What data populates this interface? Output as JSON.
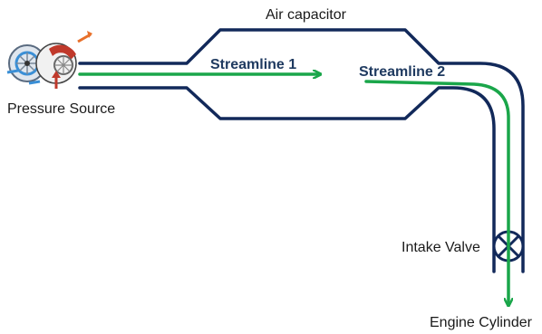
{
  "labels": {
    "air_capacitor": "Air capacitor",
    "pressure_source": "Pressure Source",
    "streamline_1": "Streamline 1",
    "streamline_2": "Streamline 2",
    "intake_valve": "Intake Valve",
    "engine_cylinder": "Engine Cylinder"
  },
  "colors": {
    "pipe": "#12295a",
    "streamline": "#1aa64a",
    "turbo_housing": "#c0392b",
    "turbo_flow": "#3a8fd6"
  },
  "icons": {
    "pressure_source": "turbocharger-icon",
    "intake_valve": "valve-icon"
  }
}
